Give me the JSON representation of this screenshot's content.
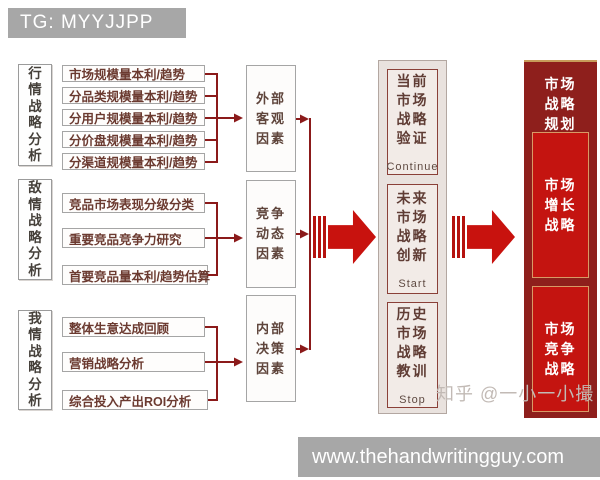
{
  "header": {
    "tag_banner": "TG: MYYJJPP"
  },
  "footer": {
    "site_banner": "www.thehandwritingguy.com"
  },
  "watermark": {
    "text": "知乎 @一小一小撮"
  },
  "left_labels": [
    {
      "label": "行情战略分析"
    },
    {
      "label": "敌情战略分析"
    },
    {
      "label": "我情战略分析"
    }
  ],
  "analysis_groups": [
    {
      "items": [
        "市场规模量本利/趋势",
        "分品类规模量本利/趋势",
        "分用户规模量本利/趋势",
        "分价盘规模量本利/趋势",
        "分渠道规模量本利/趋势"
      ]
    },
    {
      "items": [
        "竞品市场表现分级分类",
        "重要竞品竞争力研究",
        "首要竞品量本利/趋势估算"
      ]
    },
    {
      "items": [
        "整体生意达成回顾",
        "营销战略分析",
        "综合投入产出ROI分析"
      ]
    }
  ],
  "factors": [
    {
      "label": "外部客观因素"
    },
    {
      "label": "竞争动态因素"
    },
    {
      "label": "内部决策因素"
    }
  ],
  "strategy_review": [
    {
      "title": "当前市场战略验证",
      "tag": "Continue"
    },
    {
      "title": "未来市场战略创新",
      "tag": "Start"
    },
    {
      "title": "历史市场战略教训",
      "tag": "Stop"
    }
  ],
  "strategy_plan": {
    "title": "市场战略规划",
    "items": [
      {
        "label": "市场增长战略"
      },
      {
        "label": "市场竞争战略"
      }
    ]
  },
  "colors": {
    "banner_gray": "#a7a7a7",
    "connector_dark_red": "#8b1a1a",
    "arrow_red": "#c8120e",
    "plan_dark_red": "#8e1f1c",
    "plan_bright_red": "#c41410",
    "box_text_brown": "#6b3a30"
  }
}
